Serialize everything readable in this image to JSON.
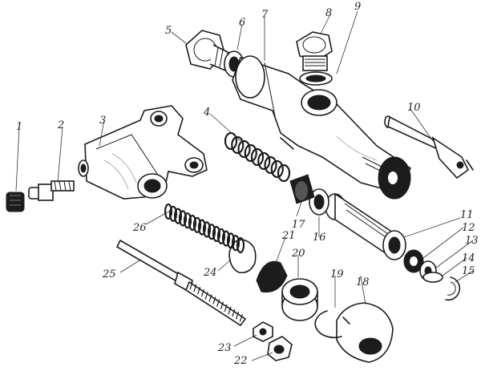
{
  "diagram": {
    "type": "exploded-parts-diagram",
    "callouts": [
      {
        "id": "1",
        "text": "1"
      },
      {
        "id": "2",
        "text": "2"
      },
      {
        "id": "3",
        "text": "3"
      },
      {
        "id": "4",
        "text": "4"
      },
      {
        "id": "5",
        "text": "5"
      },
      {
        "id": "6",
        "text": "6"
      },
      {
        "id": "7",
        "text": "7"
      },
      {
        "id": "8",
        "text": "8"
      },
      {
        "id": "9",
        "text": "9"
      },
      {
        "id": "10",
        "text": "10"
      },
      {
        "id": "11",
        "text": "11"
      },
      {
        "id": "12",
        "text": "12"
      },
      {
        "id": "13",
        "text": "13"
      },
      {
        "id": "14",
        "text": "14"
      },
      {
        "id": "15",
        "text": "15"
      },
      {
        "id": "16",
        "text": "16"
      },
      {
        "id": "17",
        "text": "17"
      },
      {
        "id": "18",
        "text": "18"
      },
      {
        "id": "19",
        "text": "19"
      },
      {
        "id": "20",
        "text": "20"
      },
      {
        "id": "21",
        "text": "21"
      },
      {
        "id": "22",
        "text": "22"
      },
      {
        "id": "23",
        "text": "23"
      },
      {
        "id": "24",
        "text": "24"
      },
      {
        "id": "25",
        "text": "25"
      },
      {
        "id": "26",
        "text": "26"
      }
    ]
  }
}
